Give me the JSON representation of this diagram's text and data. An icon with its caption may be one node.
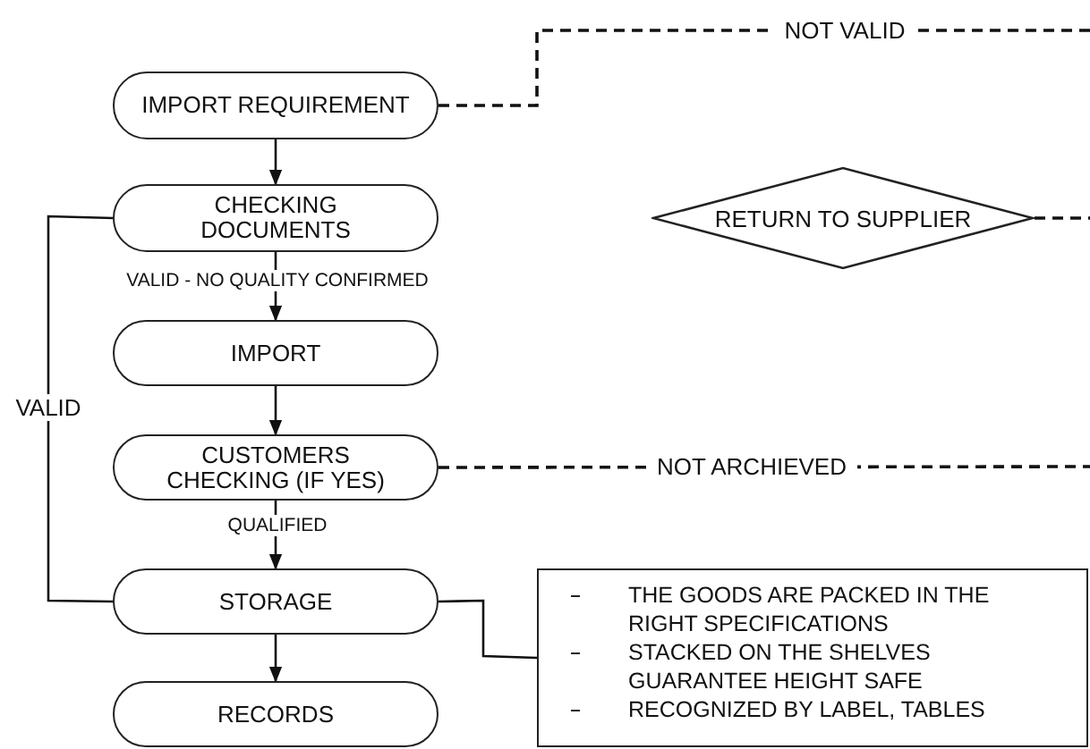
{
  "diagram": {
    "nodes": [
      {
        "text": [
          "IMPORT  REQUIREMENT"
        ]
      },
      {
        "text": [
          "CHECKING DOCUMENTS"
        ]
      },
      {
        "text": [
          "IMPORT"
        ]
      },
      {
        "text": [
          "CUSTOMERS CHECKING (IF YES)"
        ]
      },
      {
        "text": [
          "STORAGE"
        ]
      },
      {
        "text": [
          "RECORDS"
        ]
      },
      {
        "text": [
          "RETURN  TO SUPPLIER"
        ]
      },
      {
        "text": [
          "THE GOODS ARE PACKED IN THE RIGHT SPECIFICATIONS",
          "STACKED ON THE SHELVES GUARANTEE HEIGHT SAFE",
          "RECOGNIZED BY LABEL, TABLES"
        ]
      }
    ],
    "edges": [
      {
        "from": 0,
        "to": 1,
        "arrow": "to"
      },
      {
        "from": 1,
        "to": 2,
        "arrow": "to",
        "label": "VALID - NO QUALITY  CONFIRMED"
      },
      {
        "from": 2,
        "to": 3,
        "arrow": "to"
      },
      {
        "from": 3,
        "to": 4,
        "arrow": "to",
        "label": "QUALIFIED"
      },
      {
        "from": 1,
        "to": 4,
        "arrow": "none",
        "label": "VALID"
      },
      {
        "from": 4,
        "to": 5,
        "arrow": "to"
      },
      {
        "from": 4,
        "to": 7,
        "arrow": "none"
      },
      {
        "from": 0,
        "to": null,
        "arrow": "none",
        "label": "NOT VALID",
        "style": "dashed"
      },
      {
        "from": 6,
        "to": null,
        "arrow": "none",
        "style": "dashed"
      },
      {
        "from": 3,
        "to": null,
        "arrow": "none",
        "label": "NOT ARCHIEVED",
        "style": "dashed"
      }
    ]
  }
}
